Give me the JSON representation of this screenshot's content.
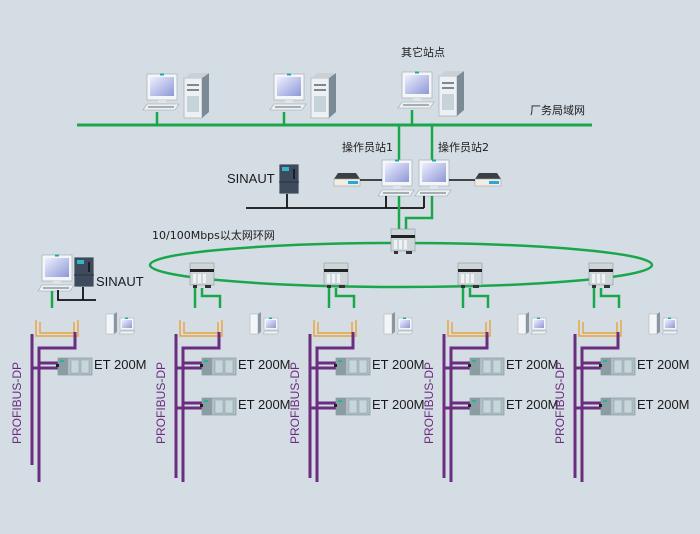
{
  "colors": {
    "background": "#d5dde4",
    "ethernet": "#1aa64a",
    "profibus": "#6a2d80",
    "serial": "#111111",
    "redundancy": "#e8a33a"
  },
  "labels": {
    "other_stations": "其它站点",
    "plant_lan": "厂务局域网",
    "operator_station_1": "操作员站1",
    "operator_station_2": "操作员站2",
    "sinaut_top": "SINAUT",
    "sinaut_left": "SINAUT",
    "ring_network": "10/100Mbps以太网环网"
  },
  "top_workstations": [
    {
      "name": "workstation-1"
    },
    {
      "name": "workstation-2"
    },
    {
      "name": "workstation-3"
    }
  ],
  "stations": [
    {
      "profibus_label": "PROFIBUS-DP",
      "et_modules": [
        "ET 200M"
      ],
      "has_ring_switch": false,
      "sinaut": true
    },
    {
      "profibus_label": "PROFIBUS-DP",
      "et_modules": [
        "ET 200M",
        "ET 200M"
      ],
      "has_ring_switch": true
    },
    {
      "profibus_label": "PROFIBUS-DP",
      "et_modules": [
        "ET 200M",
        "ET 200M"
      ],
      "has_ring_switch": true
    },
    {
      "profibus_label": "PROFIBUS-DP",
      "et_modules": [
        "ET 200M",
        "ET 200M"
      ],
      "has_ring_switch": true
    },
    {
      "profibus_label": "PROFIBUS-DP",
      "et_modules": [
        "ET 200M",
        "ET 200M"
      ],
      "has_ring_switch": true
    }
  ]
}
